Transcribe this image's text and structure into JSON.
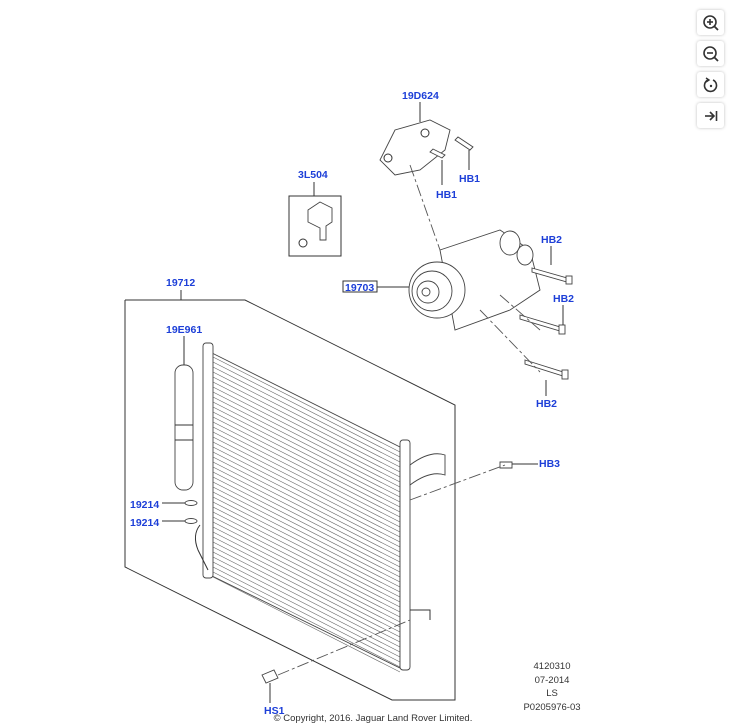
{
  "toolbar": {
    "buttons": [
      {
        "name": "zoom-in",
        "icon": "zoom-in-icon"
      },
      {
        "name": "zoom-out",
        "icon": "zoom-out-icon"
      },
      {
        "name": "rotate",
        "icon": "rotate-icon"
      },
      {
        "name": "fit",
        "icon": "arrow-to-end-icon"
      }
    ]
  },
  "labels": {
    "bracket": "19D624",
    "hb1_a": "HB1",
    "hb1_b": "HB1",
    "switch": "3L504",
    "compressor": "19703",
    "hb2_a": "HB2",
    "hb2_b": "HB2",
    "hb2_c": "HB2",
    "hb3": "HB3",
    "condenser": "19712",
    "receiver": "19E961",
    "oring_a": "19214",
    "oring_b": "19214",
    "hs1": "HS1"
  },
  "info": {
    "code": "4120310",
    "date": "07-2014",
    "model": "LS",
    "ref": "P0205976-03"
  },
  "copyright": "© Copyright, 2016. Jaguar Land Rover Limited.",
  "colors": {
    "label": "#1d3fd8"
  }
}
